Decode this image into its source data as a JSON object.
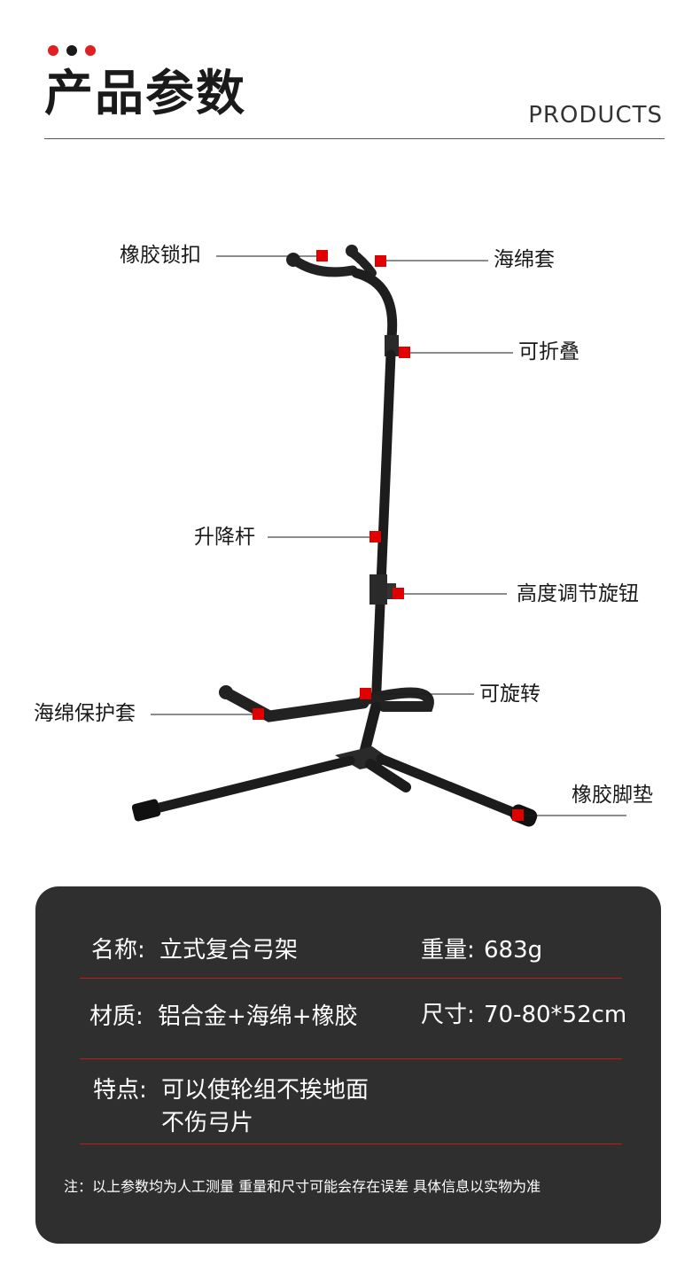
{
  "header": {
    "title": "产品参数",
    "subtitle": "PRODUCTS",
    "dot_colors": [
      "#e02020",
      "#1a1a1a",
      "#e02020"
    ]
  },
  "callouts": {
    "rubber_lock": "橡胶锁扣",
    "sponge_sleeve": "海绵套",
    "foldable": "可折叠",
    "lifting_rod": "升降杆",
    "height_knob": "高度调节旋钮",
    "rotatable": "可旋转",
    "sponge_guard": "海绵保护套",
    "rubber_foot": "橡胶脚垫"
  },
  "specs": {
    "name_label": "名称:",
    "name_value": "立式复合弓架",
    "weight_label": "重量:",
    "weight_value": "683g",
    "material_label": "材质:",
    "material_value": "铝合金+海绵+橡胶",
    "size_label": "尺寸:",
    "size_value": "70-80*52cm",
    "feature_label": "特点:",
    "feature_line1": "可以使轮组不挨地面",
    "feature_line2": "不伤弓片",
    "note": "注：以上参数均为人工测量 重量和尺寸可能会存在误差 具体信息以实物为准"
  },
  "colors": {
    "accent": "#e00000",
    "panel_bg": "#2f2f2f",
    "divider": "#c0191f"
  }
}
